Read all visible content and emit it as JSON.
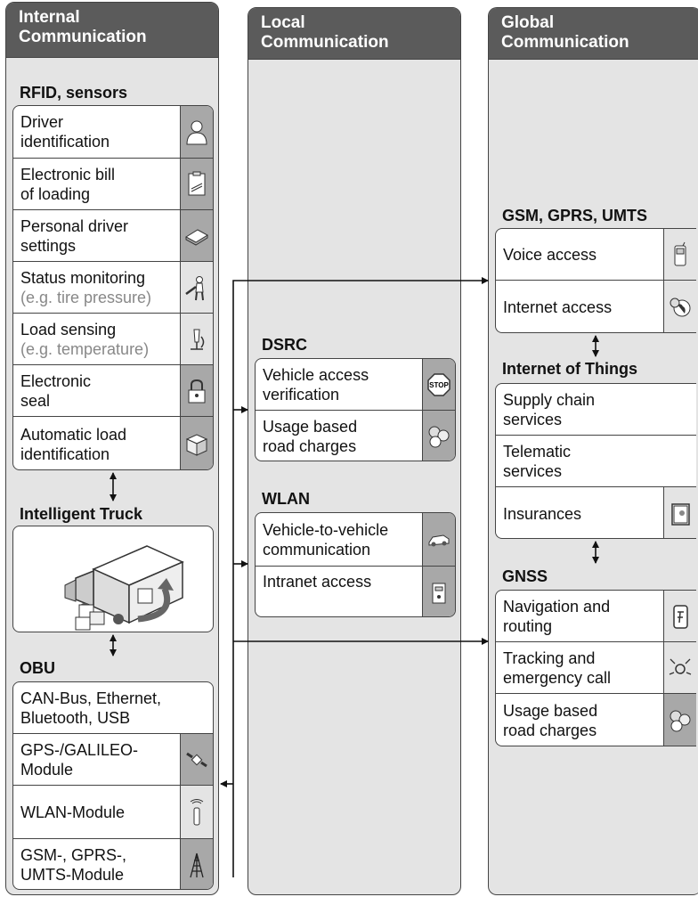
{
  "columns": {
    "internal": {
      "title": "Internal\nCommunication"
    },
    "local": {
      "title": "Local\nCommunication"
    },
    "global": {
      "title": "Global\nCommunication"
    }
  },
  "internal": {
    "rfid": {
      "title": "RFID, sensors",
      "items": [
        {
          "label": "Driver\nidentification",
          "icon": "person-icon"
        },
        {
          "label": "Electronic bill\nof loading",
          "icon": "document-icon"
        },
        {
          "label": "Personal driver\nsettings",
          "icon": "card-icon"
        },
        {
          "label": "Status monitoring",
          "sub": "(e.g. tire pressure)",
          "icon": "mechanic-icon"
        },
        {
          "label": "Load sensing",
          "sub": "(e.g. temperature)",
          "icon": "microscope-icon"
        },
        {
          "label": "Electronic\nseal",
          "icon": "padlock-icon"
        },
        {
          "label": "Automatic load\nidentification",
          "icon": "package-icon"
        }
      ]
    },
    "truck": {
      "title": "Intelligent Truck",
      "icon": "truck-icon"
    },
    "obu": {
      "title": "OBU",
      "items": [
        {
          "label": "CAN-Bus, Ethernet,\nBluetooth, USB",
          "icon": ""
        },
        {
          "label": "GPS-/GALILEO-\nModule",
          "icon": "satellite-icon"
        },
        {
          "label": "WLAN-Module",
          "icon": "antenna-icon"
        },
        {
          "label": "GSM-, GPRS-,\nUMTS-Module",
          "icon": "tower-icon"
        }
      ]
    }
  },
  "local": {
    "dsrc": {
      "title": "DSRC",
      "items": [
        {
          "label": "Vehicle access\nverification",
          "icon": "stop-sign-icon",
          "icon_text": "STOP"
        },
        {
          "label": "Usage based\nroad charges",
          "icon": "coins-icon"
        }
      ]
    },
    "wlan": {
      "title": "WLAN",
      "items": [
        {
          "label": "Vehicle-to-vehicle\ncommunication",
          "icon": "car-icon"
        },
        {
          "label": "Intranet access",
          "icon": "server-icon"
        }
      ]
    }
  },
  "global": {
    "gsm": {
      "title": "GSM, GPRS, UMTS",
      "items": [
        {
          "label": "Voice access",
          "icon": "phone-icon"
        },
        {
          "label": "Internet access",
          "icon": "globe-icon"
        }
      ]
    },
    "iot": {
      "title": "Internet of Things",
      "items": [
        {
          "label": "Supply chain\nservices",
          "icon": ""
        },
        {
          "label": "Telematic\nservices",
          "icon": ""
        },
        {
          "label": "Insurances",
          "icon": "certificate-icon"
        }
      ]
    },
    "gnss": {
      "title": "GNSS",
      "items": [
        {
          "label": "Navigation and\nrouting",
          "icon": "navigation-device-icon"
        },
        {
          "label": "Tracking and\nemergency call",
          "icon": "alarm-icon"
        },
        {
          "label": "Usage based\nroad charges",
          "icon": "coins-icon"
        }
      ]
    }
  }
}
